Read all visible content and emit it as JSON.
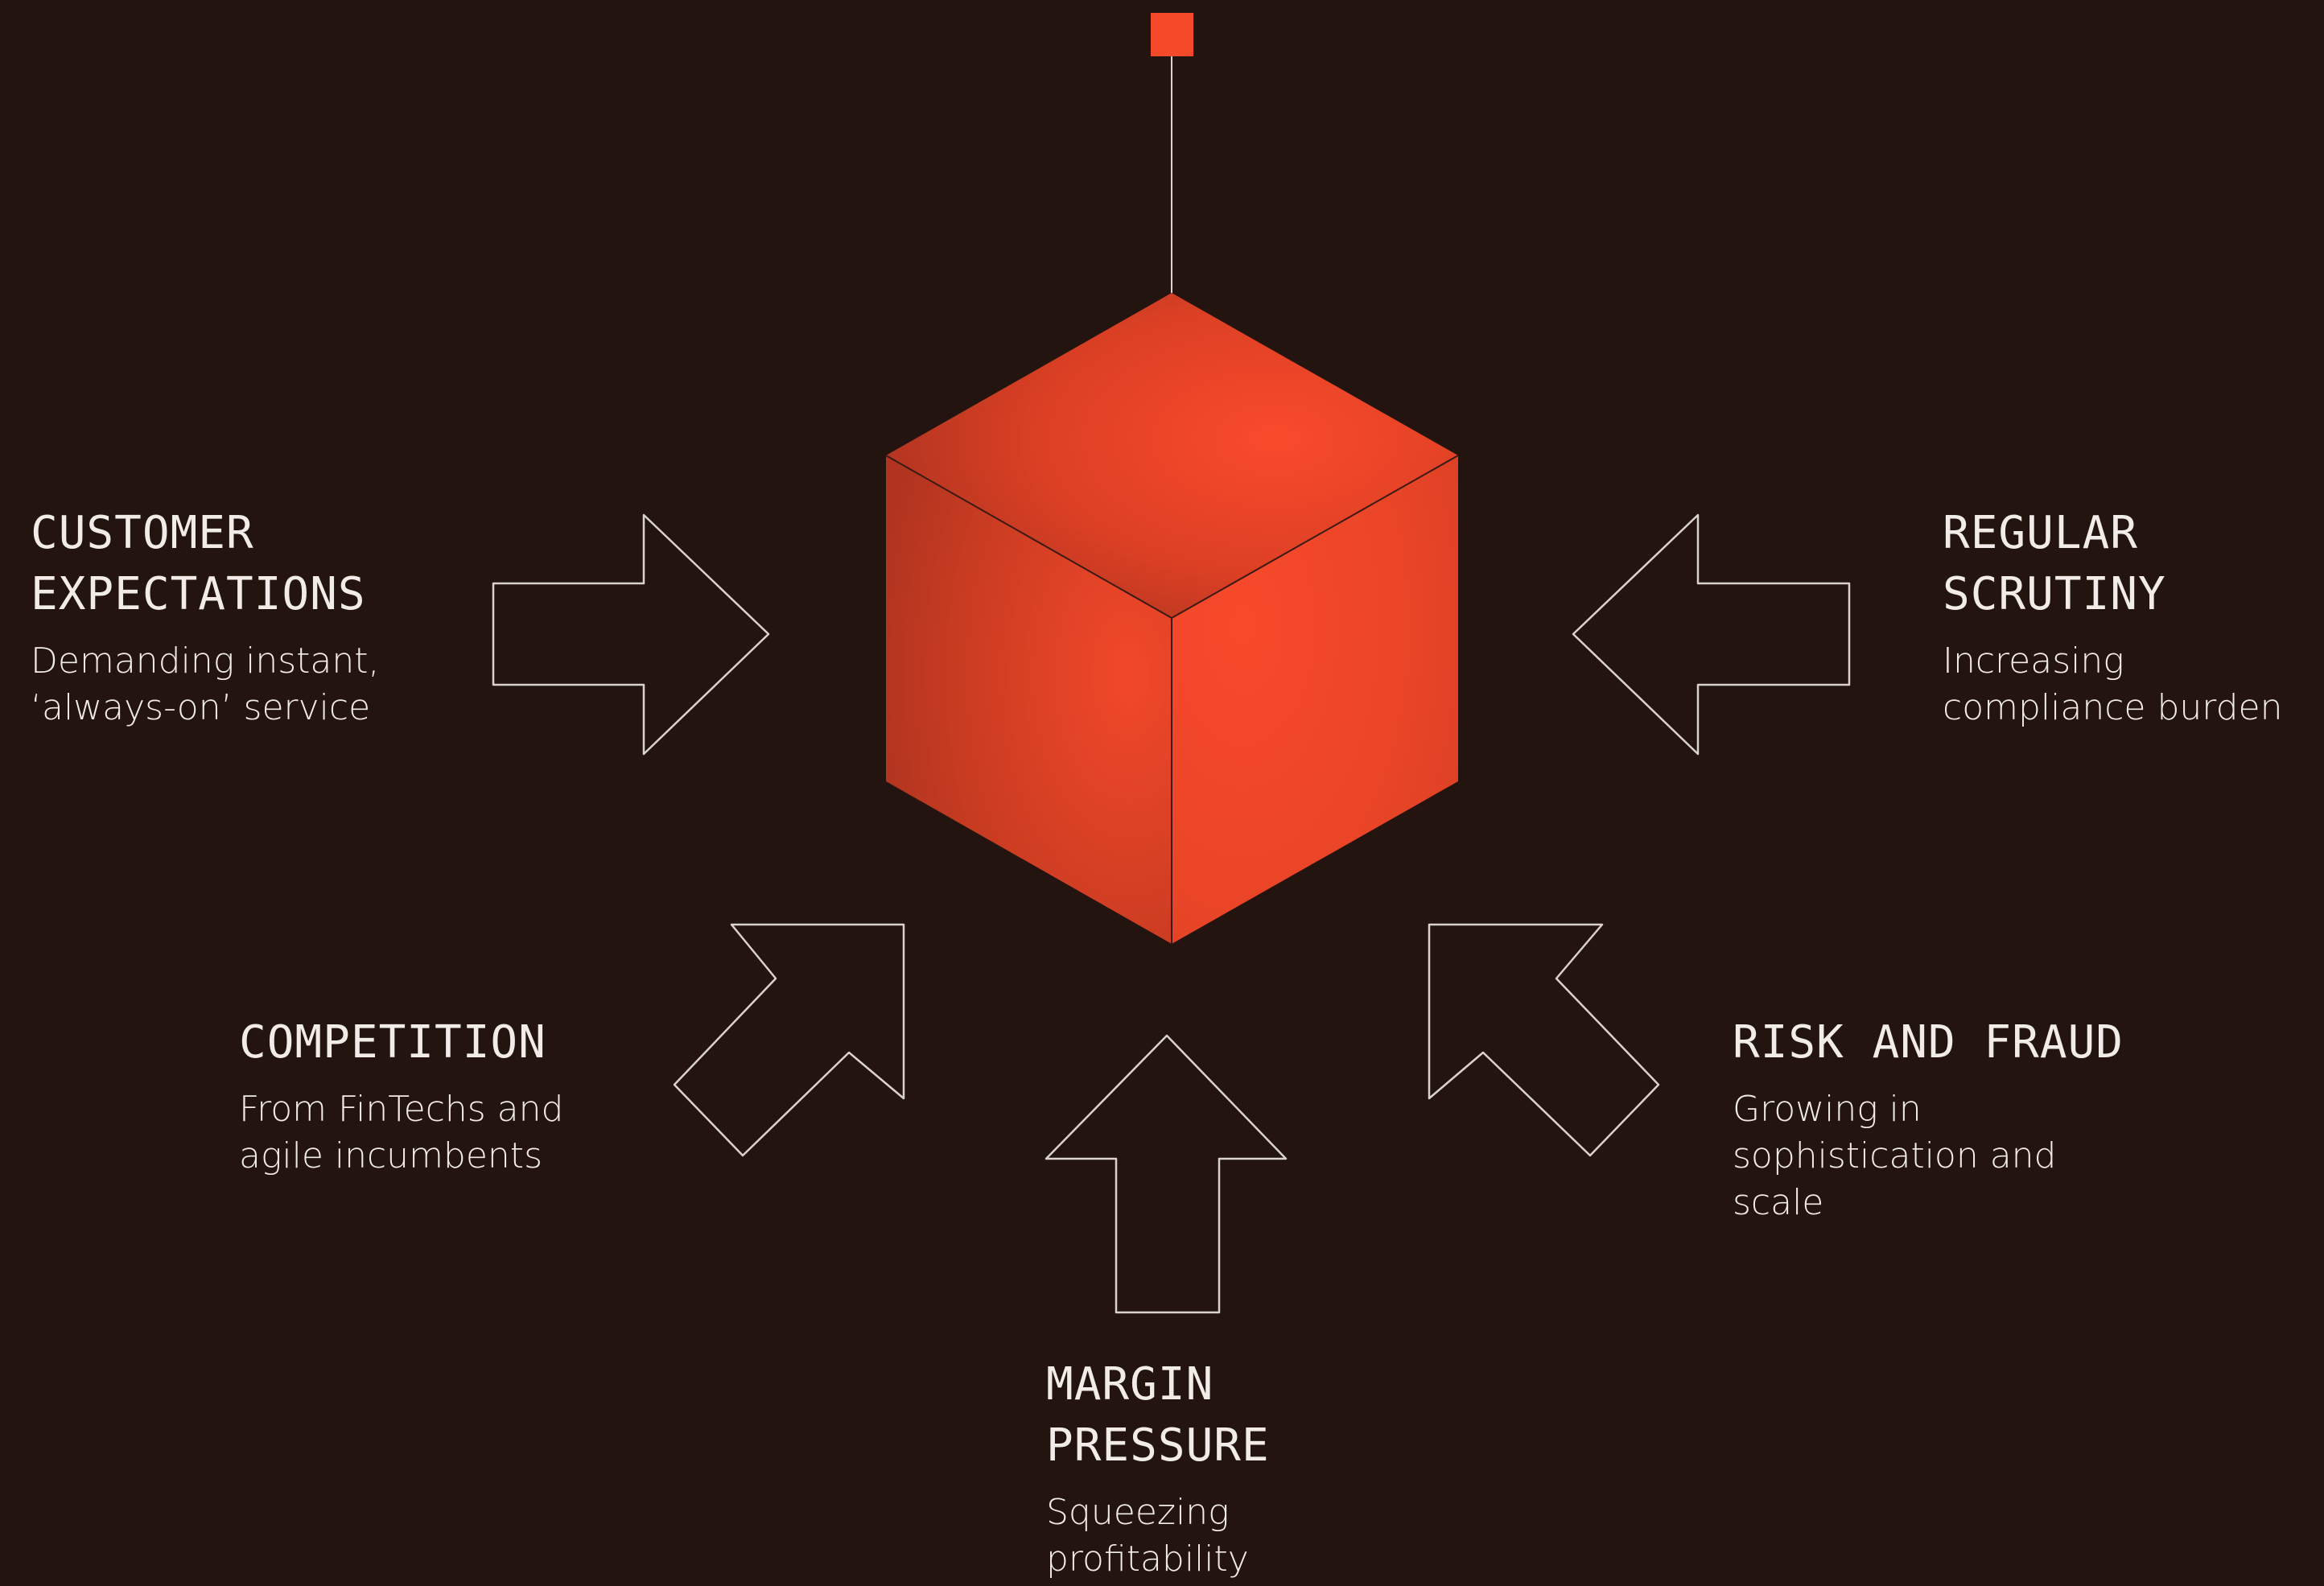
{
  "colors": {
    "background": "#23140f",
    "accent": "#f44a2a",
    "outline": "#d9d2ce",
    "text": "#f2ece8"
  },
  "center": {
    "icon": "cube-icon",
    "marker_icon": "square-marker-icon"
  },
  "forces": {
    "customer_expectations": {
      "title": [
        "CUSTOMER",
        "EXPECTATIONS"
      ],
      "description": [
        "Demanding instant,",
        "‘always-on’ service"
      ],
      "icon": "arrow-right-icon"
    },
    "regular_scrutiny": {
      "title": [
        "REGULAR",
        "SCRUTINY"
      ],
      "description": [
        "Increasing",
        "compliance burden"
      ],
      "icon": "arrow-left-icon"
    },
    "competition": {
      "title": [
        "COMPETITION"
      ],
      "description": [
        "From FinTechs and",
        "agile incumbents"
      ],
      "icon": "arrow-up-right-icon"
    },
    "risk_and_fraud": {
      "title": [
        "RISK AND FRAUD"
      ],
      "description": [
        "Growing in",
        "sophistication and",
        "scale"
      ],
      "icon": "arrow-up-left-icon"
    },
    "margin_pressure": {
      "title": [
        "MARGIN",
        "PRESSURE"
      ],
      "description": [
        "Squeezing",
        "profitability"
      ],
      "icon": "arrow-up-icon"
    }
  }
}
